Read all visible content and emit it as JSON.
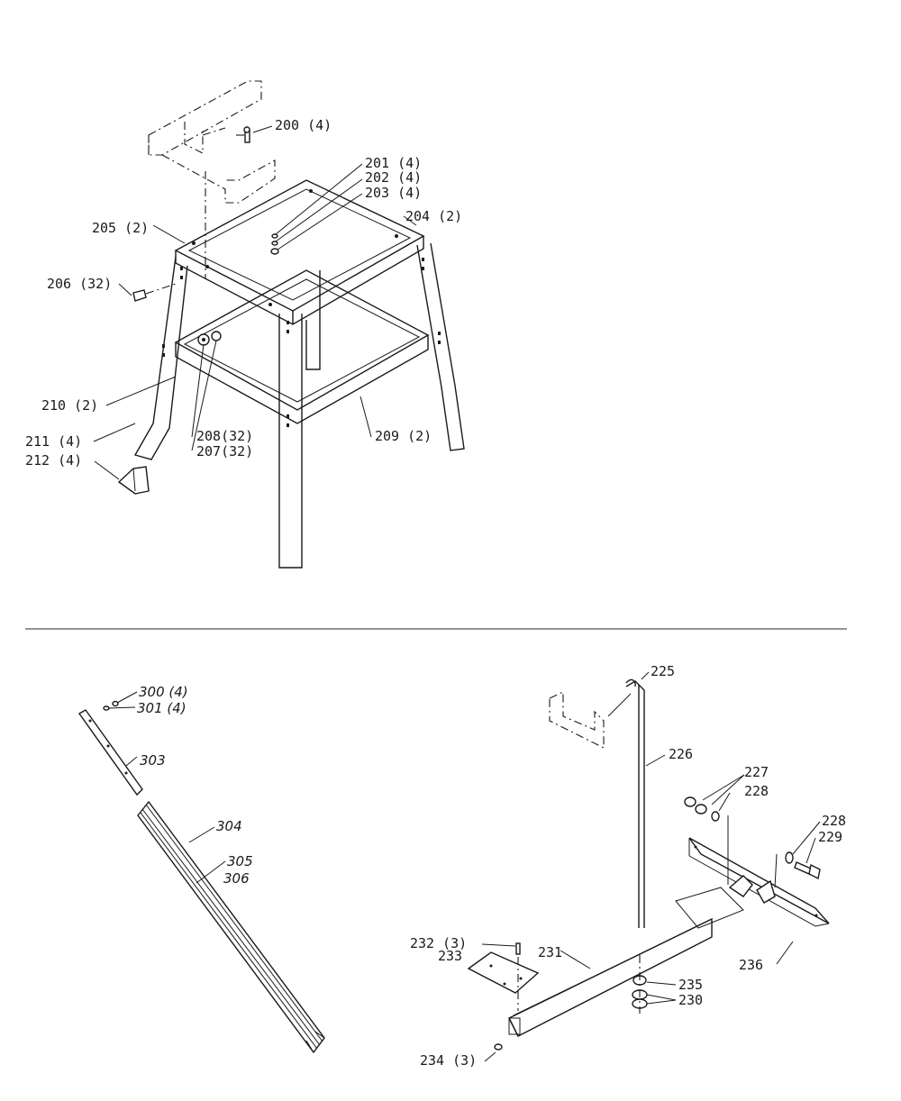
{
  "callouts": {
    "p200": "200 (4)",
    "p201": "201 (4)",
    "p202": "202 (4)",
    "p203": "203 (4)",
    "p204": "204 (2)",
    "p205": "205 (2)",
    "p206": "206 (32)",
    "p207": "207(32)",
    "p208": "208(32)",
    "p209": "209 (2)",
    "p210": "210 (2)",
    "p211": "211 (4)",
    "p212": "212 (4)",
    "p225": "225",
    "p226": "226",
    "p227": "227",
    "p228a": "228",
    "p228b": "228",
    "p229": "229",
    "p230": "230",
    "p231": "231",
    "p232": "232 (3)",
    "p233": "233",
    "p234": "234 (3)",
    "p235": "235",
    "p236": "236",
    "p300": "300 (4)",
    "p301": "301 (4)",
    "p303": "303",
    "p304": "304",
    "p305": "305",
    "p306": "306"
  },
  "colors": {
    "ink": "#1a1a1a",
    "divider": "#555555",
    "background": "#ffffff"
  }
}
